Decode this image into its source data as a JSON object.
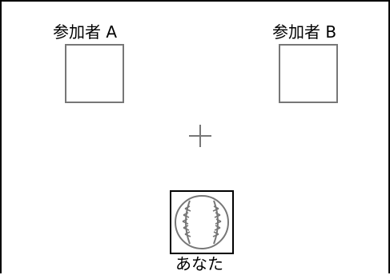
{
  "players": {
    "a": {
      "label": "参加者 A"
    },
    "b": {
      "label": "参加者 B"
    },
    "you": {
      "label": "あなた",
      "holding": "baseball-icon"
    }
  },
  "fixation": {
    "symbol": "cross"
  }
}
